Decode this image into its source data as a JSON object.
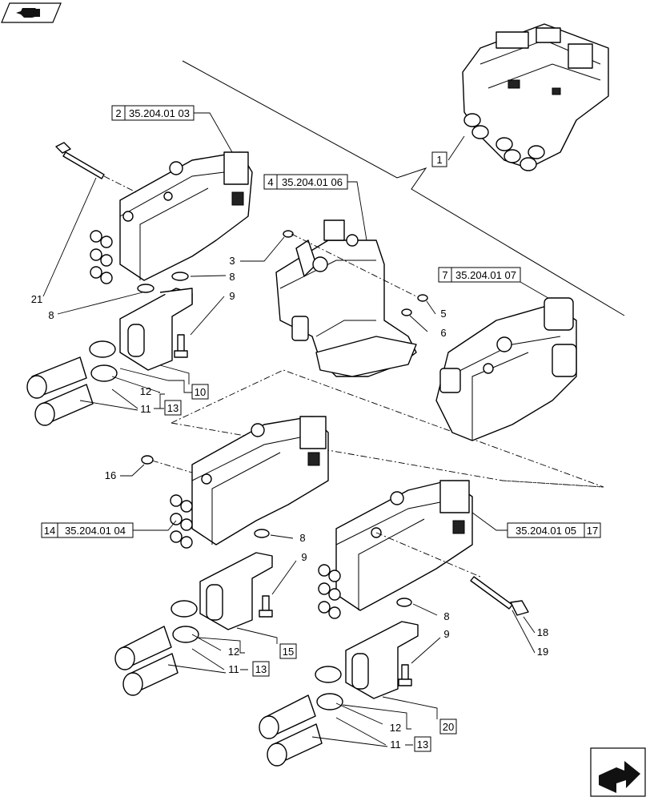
{
  "nav": {
    "back_icon": "hand-pointing-left-icon",
    "next_icon": "arrow-right-icon"
  },
  "refs": {
    "r1": {
      "num": "1"
    },
    "r2": {
      "num": "2",
      "code": "35.204.01 03"
    },
    "r4": {
      "num": "4",
      "code": "35.204.01 06"
    },
    "r7": {
      "num": "7",
      "code": "35.204.01 07"
    },
    "r14": {
      "num": "14",
      "code": "35.204.01 04"
    },
    "r17": {
      "num": "17",
      "code": "35.204.01 05"
    }
  },
  "boxed": {
    "b10": "10",
    "b13a": "13",
    "b15": "15",
    "b13b": "13",
    "b20": "20",
    "b13c": "13"
  },
  "callouts": {
    "c3": "3",
    "c5": "5",
    "c6": "6",
    "c8a": "8",
    "c8b": "8",
    "c9a": "9",
    "c21": "21",
    "c12a": "12",
    "c11a": "11",
    "c16": "16",
    "c8c": "8",
    "c9b": "9",
    "c12b": "12",
    "c11b": "11",
    "c8d": "8",
    "c9c": "9",
    "c18": "18",
    "c19": "19",
    "c12c": "12",
    "c11c": "11"
  }
}
